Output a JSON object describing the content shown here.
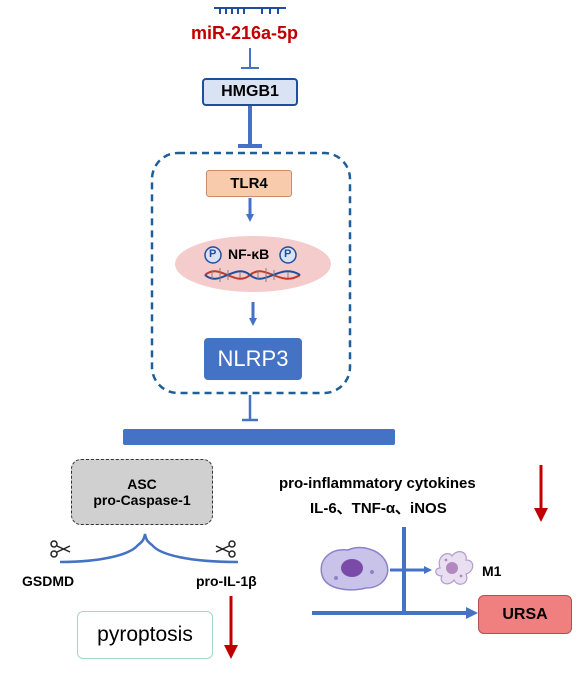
{
  "mirna": {
    "label": "miR-216a-5p"
  },
  "hmgb1": {
    "label": "HMGB1"
  },
  "tlr4": {
    "label": "TLR4"
  },
  "nfkb": {
    "label": "NF-κB",
    "phospho_mark": "P"
  },
  "nlrp3": {
    "label": "NLRP3"
  },
  "inflammasome": {
    "line1": "ASC",
    "line2": "pro-Caspase-1"
  },
  "substrates": {
    "left": "GSDMD",
    "right": "pro-IL-1β"
  },
  "pyroptosis": {
    "label": "pyroptosis"
  },
  "cytokines": {
    "line1": "pro-inflammatory cytokines",
    "line2": "IL-6、TNF-α、iNOS"
  },
  "macrophage": {
    "m1_label": "M1"
  },
  "ursa": {
    "label": "URSA"
  },
  "colors": {
    "mirna_text": "#c00000",
    "blue_line": "#4472c4",
    "dashed_border": "#1f5f96",
    "hmgb1_fill": "#dae3f3",
    "tlr4_fill": "#f8cbad",
    "nfkb_ellipse": "#f4cccc",
    "nlrp3_fill": "#4472c4",
    "complex_fill": "#d0d0d0",
    "ursa_fill": "#f08080",
    "down_arrow": "#c00000",
    "pyroptosis_border": "#9fd8d0"
  },
  "icons": [
    "scissors-icon",
    "macrophage-cell-icon",
    "m1-macrophage-icon",
    "dna-helix-icon",
    "mirna-hairpin-icon"
  ]
}
